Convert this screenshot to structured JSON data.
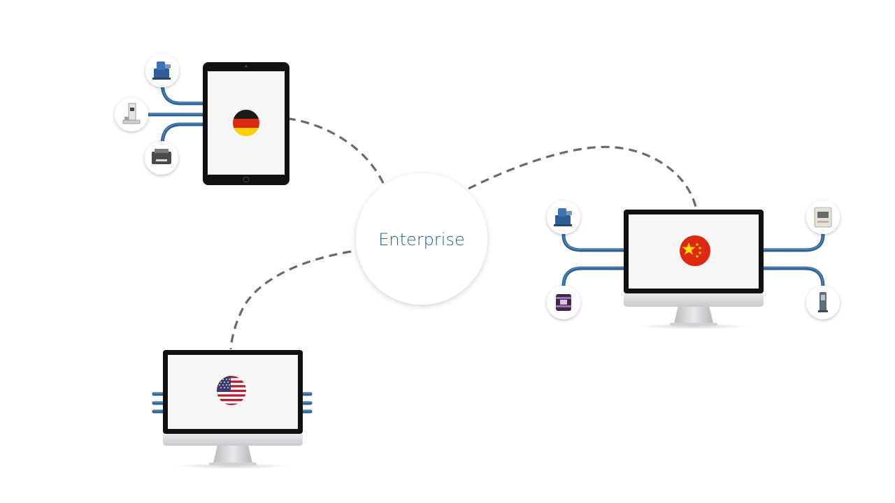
{
  "hub": {
    "label": "Enterprise"
  },
  "colors": {
    "background": "#ffffff",
    "cable": "#2b5f8e",
    "cable_highlight": "#4f88b8",
    "dash": "#6a6a6a",
    "hub_text": "#2a5a86",
    "device_frame": "#111111",
    "screen": "#f6f6f6",
    "chin_silver": "#d7d9dc",
    "flag_red": "#de2910",
    "flag_gold": "#ffde00",
    "flag_black": "#1a1a1a",
    "us_blue": "#3c3b6e",
    "us_red": "#b22234"
  },
  "sites": [
    {
      "id": "germany",
      "device": "tablet",
      "flag": "germany-flag-icon",
      "instruments": [
        "analyzer-instrument-icon",
        "balance-instrument-icon",
        "printer-instrument-icon"
      ]
    },
    {
      "id": "china",
      "device": "desktop-monitor",
      "flag": "china-flag-icon",
      "instruments": [
        "analyzer-instrument-icon",
        "oven-instrument-icon",
        "sample-cup-instrument-icon",
        "dispenser-instrument-icon"
      ]
    },
    {
      "id": "usa",
      "device": "desktop-monitor",
      "flag": "usa-flag-icon",
      "instruments": []
    }
  ]
}
